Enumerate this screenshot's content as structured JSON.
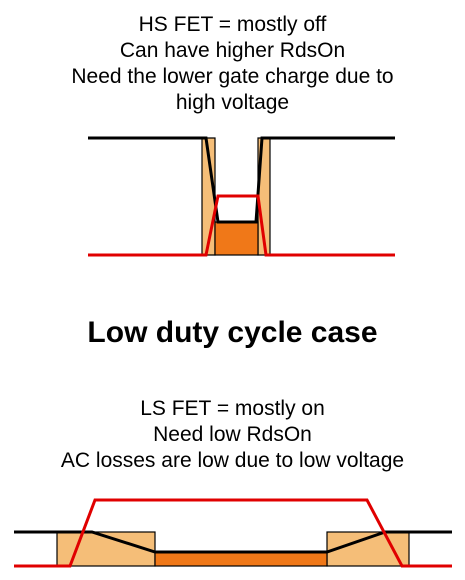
{
  "hs_text": {
    "lines": [
      "HS FET = mostly off",
      "Can have higher RdsOn",
      "Need the lower gate charge due to",
      "high voltage"
    ]
  },
  "title": "Low duty cycle case",
  "ls_text": {
    "lines": [
      "LS FET = mostly on",
      "Need low RdsOn",
      "AC losses are low due to low voltage"
    ]
  },
  "colors": {
    "switching_loss_fill": "#F5BE78",
    "conduction_loss_fill": "#F07818",
    "current_trace": "#E00000",
    "voltage_trace": "#000000"
  }
}
